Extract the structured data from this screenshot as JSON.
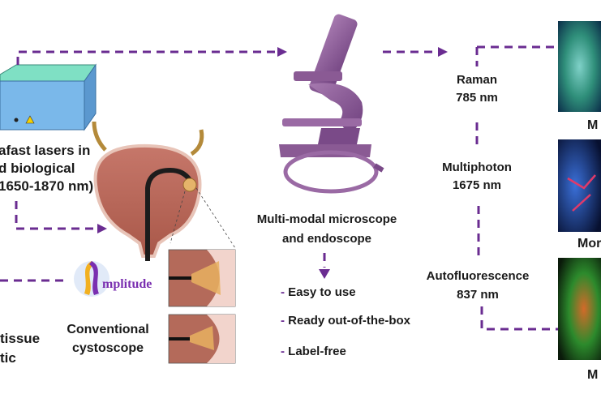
{
  "colors": {
    "arrow": "#6a2c91",
    "microscope": "#8a5a94",
    "text": "#1a1a1a"
  },
  "laser": {
    "line1": "afast lasers in",
    "line2": "d biological",
    "line3": "1650-1870 nm)"
  },
  "left_bottom": {
    "line1": "tissue",
    "line2": "tic"
  },
  "logo": {
    "text": "mplitude"
  },
  "cystoscope": {
    "line1": "Conventional",
    "line2": "cystoscope"
  },
  "microscope": {
    "line1": "Multi-modal microscope",
    "line2": "and endoscope"
  },
  "features": [
    {
      "dash": "-",
      "text": "Easy to use"
    },
    {
      "dash": "-",
      "text": "Ready out-of-the-box"
    },
    {
      "dash": "-",
      "text": "Label-free"
    }
  ],
  "modalities": [
    {
      "name": "Raman",
      "wavelength": "785 nm"
    },
    {
      "name": "Multiphoton",
      "wavelength": "1675 nm"
    },
    {
      "name": "Autofluorescence",
      "wavelength": "837 nm"
    }
  ],
  "image_captions": [
    "M",
    "Mor",
    "M"
  ]
}
